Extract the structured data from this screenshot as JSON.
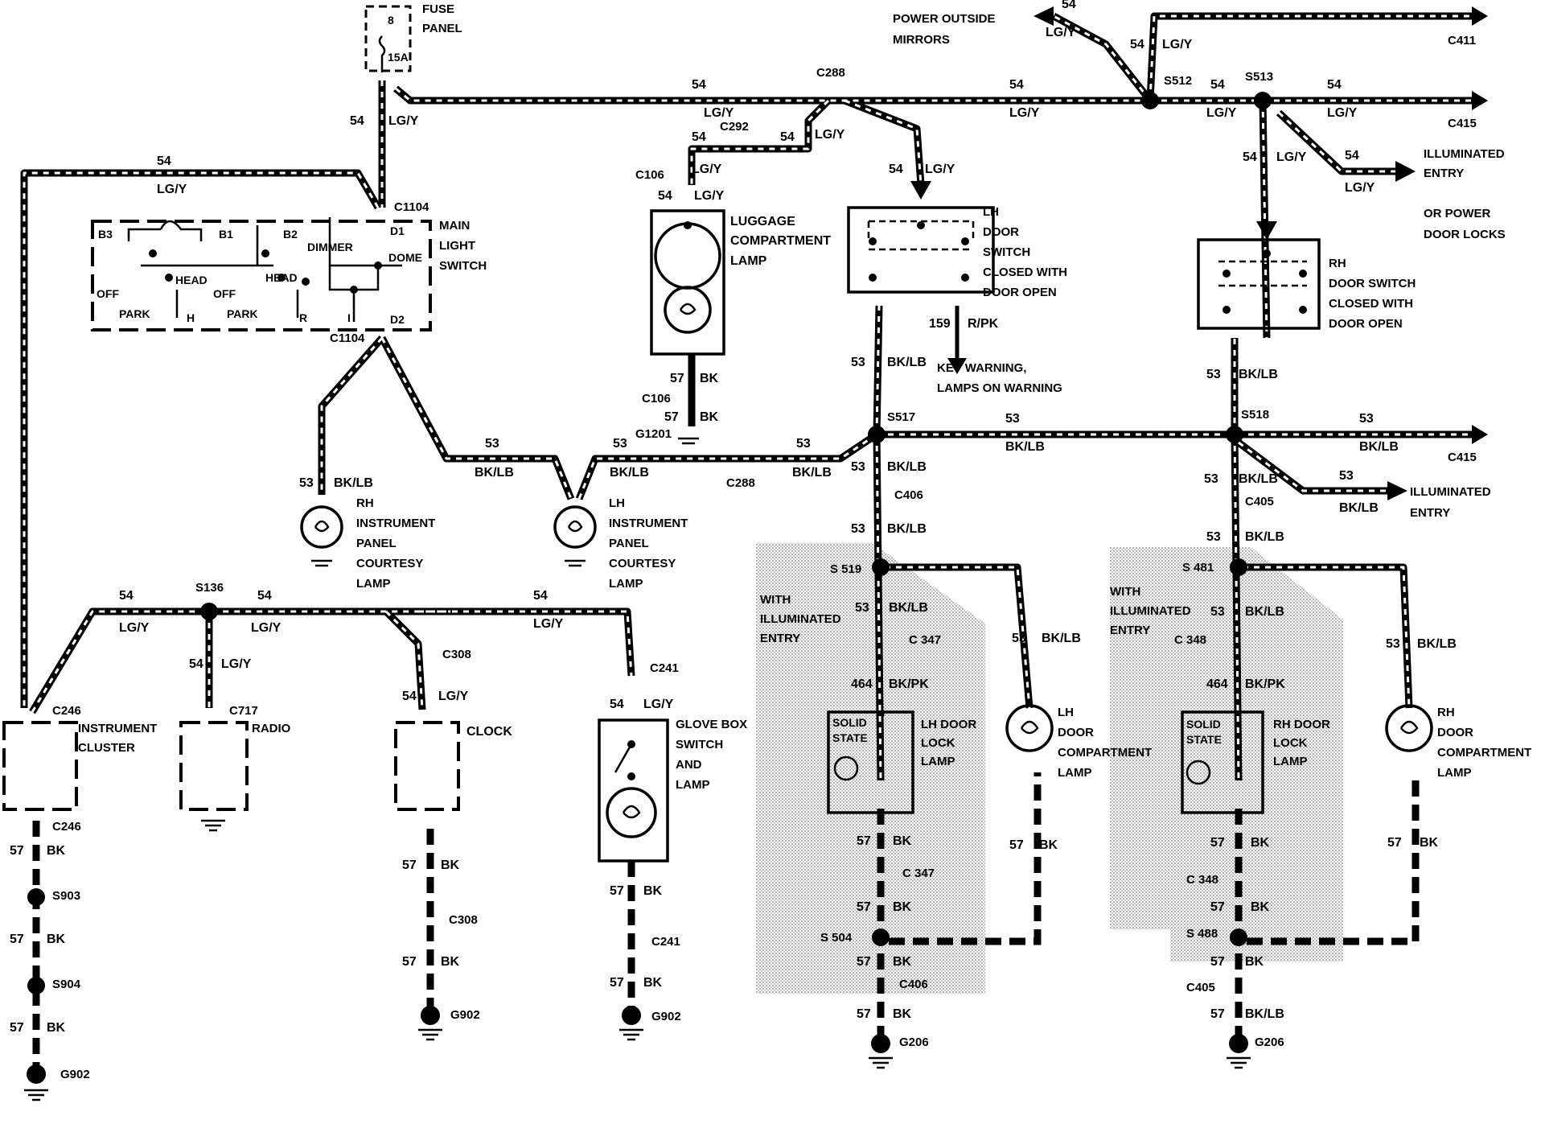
{
  "fuse": {
    "title_line1": "FUSE",
    "title_line2": "PANEL",
    "number": "8",
    "rating": "15A"
  },
  "main_switch": {
    "name_line1": "MAIN",
    "name_line2": "LIGHT",
    "name_line3": "SWITCH",
    "connector_top": "C1104",
    "connector_bottom": "C1104",
    "terms": {
      "b3": "B3",
      "b1": "B1",
      "b2": "B2",
      "d1": "D1",
      "d2": "D2",
      "head1": "HEAD",
      "head2": "HEAD",
      "off1": "OFF",
      "off2": "OFF",
      "park1": "PARK",
      "park2": "PARK",
      "h": "H",
      "r": "R",
      "i": "I",
      "dimmer": "DIMMER",
      "dome": "DOME"
    }
  },
  "wires": {
    "c54": "54",
    "lgy": "LG/Y",
    "c53": "53",
    "bklb": "BK/LB",
    "c57": "57",
    "bk": "BK",
    "c464": "464",
    "bkpk": "BK/PK",
    "c159": "159",
    "rpk": "R/PK"
  },
  "connectors": {
    "c288": "C288",
    "c292": "C292",
    "c106": "C106",
    "g1201": "G1201",
    "c411": "C411",
    "c415": "C415",
    "s512": "S512",
    "s513": "S513",
    "s517": "S517",
    "s518": "S518",
    "c406": "C406",
    "c405": "C405",
    "s519": "S 519",
    "s481": "S 481",
    "c347": "C 347",
    "c348": "C 348",
    "s504": "S 504",
    "s488": "S 488",
    "g206": "G206",
    "s136": "S136",
    "c246": "C246",
    "c717": "C717",
    "c308": "C308",
    "c241": "C241",
    "s903": "S903",
    "s904": "S904",
    "g902": "G902"
  },
  "labels": {
    "power_mirrors_1": "POWER OUTSIDE",
    "power_mirrors_2": "MIRRORS",
    "illum_entry_1": "ILLUMINATED",
    "illum_entry_2": "ENTRY",
    "or_power_1": "OR POWER",
    "or_power_2": "DOOR LOCKS",
    "illum_entry_b1": "ILLUMINATED",
    "illum_entry_b2": "ENTRY",
    "luggage_1": "LUGGAGE",
    "luggage_2": "COMPARTMENT",
    "luggage_3": "LAMP",
    "lh_door_1": "LH",
    "lh_door_2": "DOOR",
    "lh_door_3": "SWITCH",
    "lh_door_4": "CLOSED WITH",
    "lh_door_5": "DOOR OPEN",
    "rh_door_1": "RH",
    "rh_door_2": "DOOR SWITCH",
    "rh_door_3": "CLOSED WITH",
    "rh_door_4": "DOOR OPEN",
    "key_warn_1": "KEY WARNING,",
    "key_warn_2": "LAMPS ON WARNING",
    "rh_ipc_1": "RH",
    "rh_ipc_2": "INSTRUMENT",
    "rh_ipc_3": "PANEL",
    "rh_ipc_4": "COURTESY",
    "rh_ipc_5": "LAMP",
    "lh_ipc_1": "LH",
    "lh_ipc_2": "INSTRUMENT",
    "lh_ipc_3": "PANEL",
    "lh_ipc_4": "COURTESY",
    "lh_ipc_5": "LAMP",
    "inst_cluster_1": "INSTRUMENT",
    "inst_cluster_2": "CLUSTER",
    "radio": "RADIO",
    "clock": "CLOCK",
    "glove_1": "GLOVE BOX",
    "glove_2": "SWITCH",
    "glove_3": "AND",
    "glove_4": "LAMP",
    "with_illum_1": "WITH",
    "with_illum_2": "ILLUMINATED",
    "with_illum_3": "ENTRY",
    "solid_1": "SOLID",
    "solid_2": "STATE",
    "lh_lock_1": "LH DOOR",
    "lh_lock_2": "LOCK",
    "lh_lock_3": "LAMP",
    "rh_lock_1": "RH DOOR",
    "rh_lock_2": "LOCK",
    "rh_lock_3": "LAMP",
    "lh_comp_1": "LH",
    "lh_comp_2": "DOOR",
    "lh_comp_3": "COMPARTMENT",
    "lh_comp_4": "LAMP",
    "rh_comp_1": "RH",
    "rh_comp_2": "DOOR",
    "rh_comp_3": "COMPARTMENT",
    "rh_comp_4": "LAMP"
  }
}
